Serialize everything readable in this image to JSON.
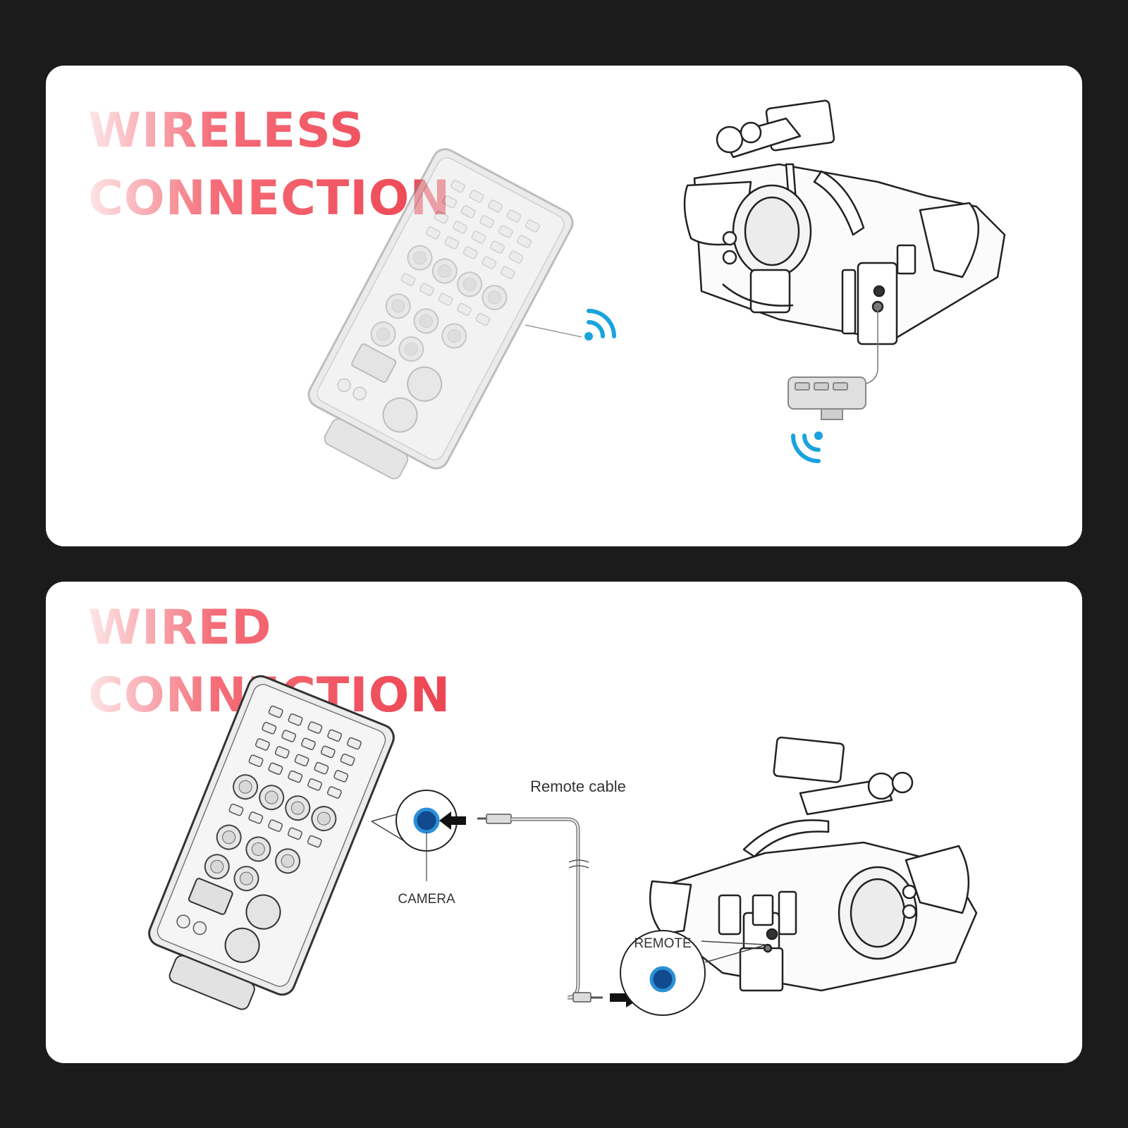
{
  "wireless": {
    "title_line1": "WIRELESS",
    "title_line2": "CONNECTION"
  },
  "wired": {
    "title_line1": "WIRED",
    "title_line2": "CONNECTION",
    "cable_label": "Remote cable",
    "controller_port_label": "CAMERA",
    "camera_port_label": "REMOTE"
  },
  "colors": {
    "page_background": "#1b1b1b",
    "panel_background": "#ffffff",
    "heading_red": "#ee4452",
    "wireless_signal_blue": "#1aa3dd",
    "port_ring_blue": "#2b8fd6",
    "port_center_blue": "#114a8e"
  },
  "icons": {
    "signal": "wifi-signal-icon",
    "insert_arrow": "arrow-right-icon"
  }
}
